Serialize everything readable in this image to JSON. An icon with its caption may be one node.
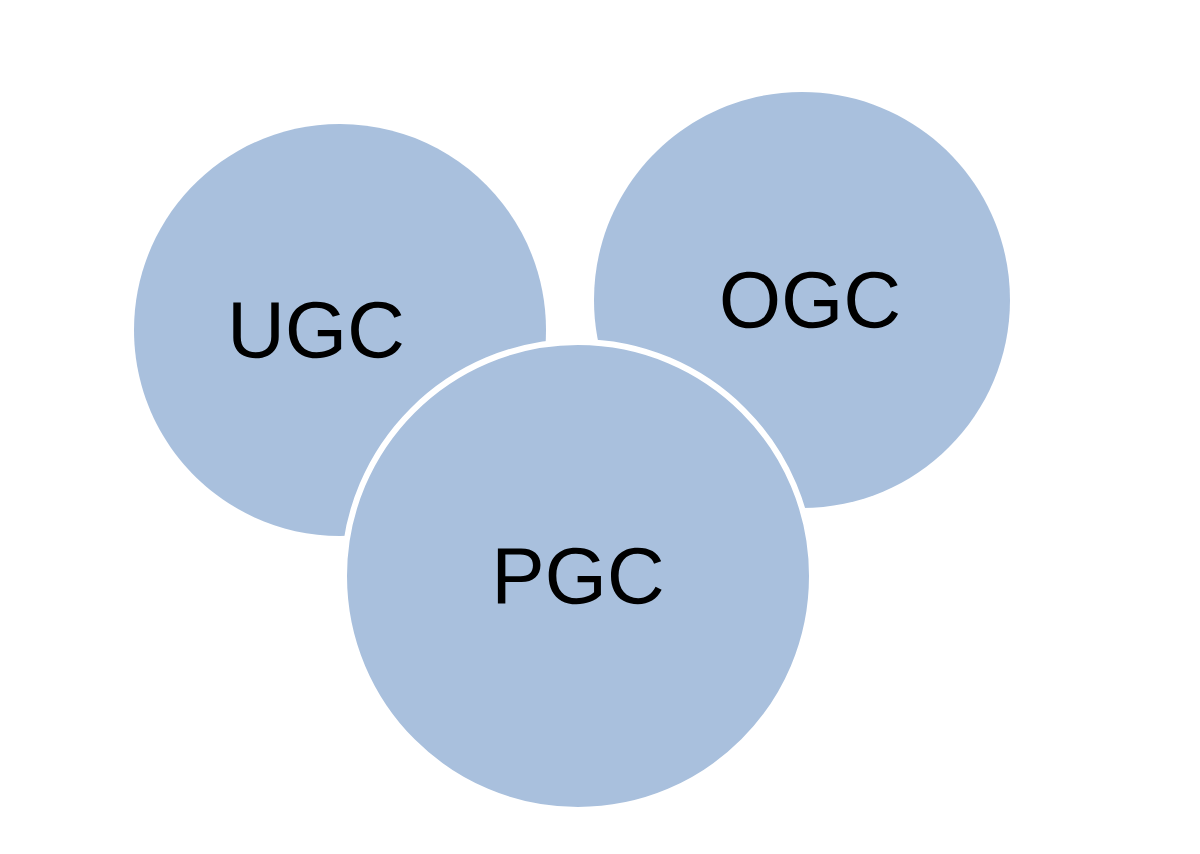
{
  "diagram": {
    "nodes": [
      {
        "text": [
          "UGC"
        ]
      },
      {
        "text": [
          "OGC"
        ]
      },
      {
        "text": [
          "PGC"
        ]
      }
    ]
  }
}
